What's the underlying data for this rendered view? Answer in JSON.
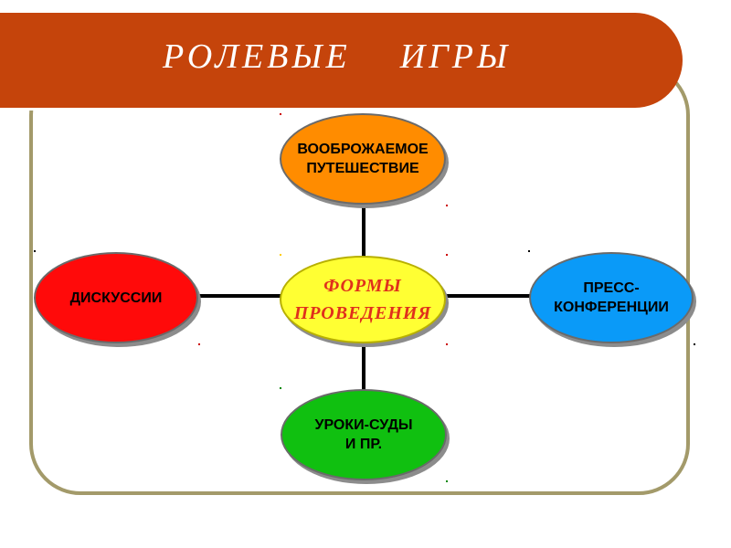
{
  "header": {
    "title": "РОЛЕВЫЕ    ИГРЫ"
  },
  "diagram": {
    "center": {
      "label": "ФОРМЫ\nПРОВЕДЕНИЯ",
      "fill": "#ffff33",
      "text_color": "#e0301c"
    },
    "nodes": {
      "top": {
        "label": "ВООБРОЖАЕМОЕ\nПУТЕШЕСТВИЕ",
        "fill": "#ff8c00"
      },
      "left": {
        "label": "ДИСКУССИИ",
        "fill": "#ff0a0a"
      },
      "right": {
        "label": "ПРЕСС-\nКОНФЕРЕНЦИИ",
        "fill": "#0a9af8"
      },
      "bottom": {
        "label": "УРОКИ-СУДЫ\nИ ПР.",
        "fill": "#10c010"
      }
    }
  },
  "colors": {
    "banner": "#c5440b",
    "frame_border": "#a39a6a"
  }
}
